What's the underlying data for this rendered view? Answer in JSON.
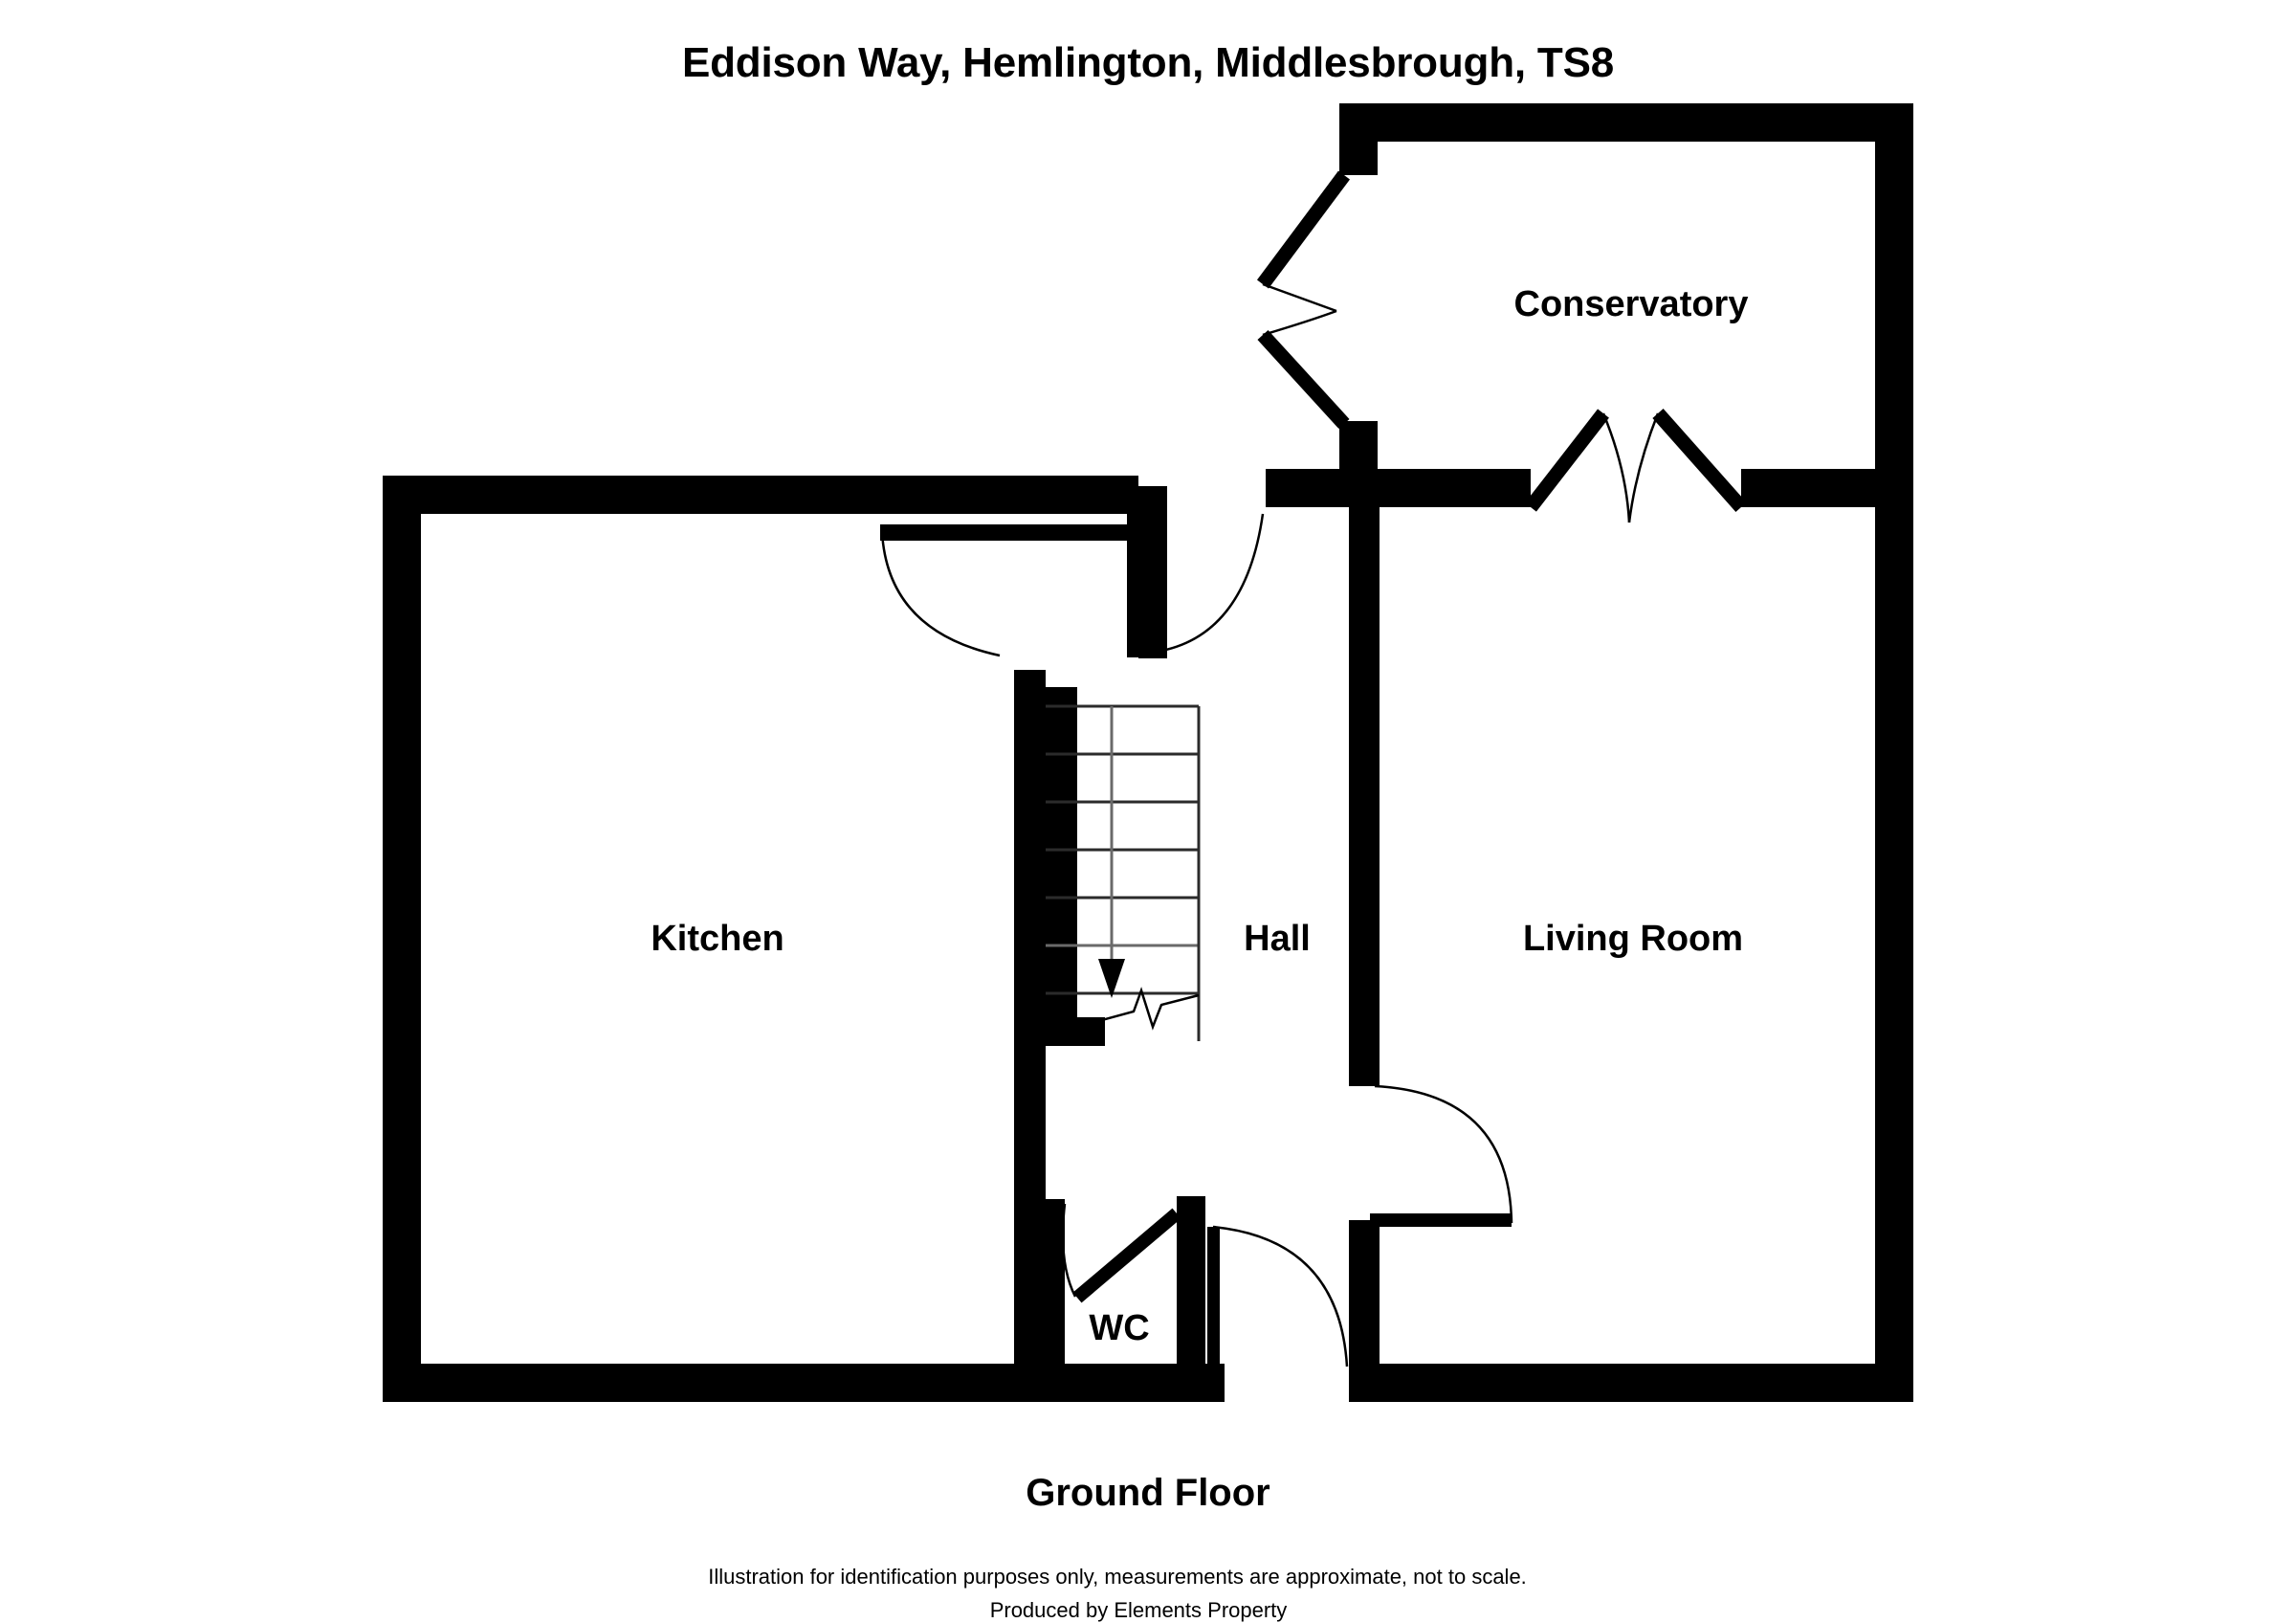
{
  "header": {
    "title": "Eddison Way, Hemlington, Middlesbrough, TS8"
  },
  "footer": {
    "floor_label": "Ground Floor",
    "disclaimer": "Illustration for identification purposes only, measurements are approximate, not to scale.",
    "producer": "Produced by Elements Property"
  },
  "plan": {
    "rooms": [
      {
        "id": "kitchen",
        "label": "Kitchen"
      },
      {
        "id": "hall",
        "label": "Hall"
      },
      {
        "id": "living-room",
        "label": "Living Room"
      },
      {
        "id": "conservatory",
        "label": "Conservatory"
      },
      {
        "id": "wc",
        "label": "WC"
      }
    ],
    "features": [
      {
        "id": "staircase",
        "name": "staircase",
        "direction": "down",
        "treads": 7
      },
      {
        "id": "front-door",
        "name": "front-door",
        "swing": "right"
      },
      {
        "id": "wc-door",
        "name": "wc-door",
        "swing": "left"
      },
      {
        "id": "kitchen-door",
        "name": "kitchen-door",
        "swing": "left"
      },
      {
        "id": "hall-upper-door",
        "name": "hall-upper-door",
        "swing": "right"
      },
      {
        "id": "living-room-door",
        "name": "living-room-door",
        "swing": "right"
      },
      {
        "id": "conservatory-french-doors-west",
        "name": "conservatory-french-doors-west",
        "swing": "double-outward"
      },
      {
        "id": "conservatory-french-doors-south",
        "name": "conservatory-french-doors-south",
        "swing": "double-inward"
      }
    ]
  },
  "colors": {
    "wall": "#000000",
    "background": "#ffffff",
    "line": "#000000",
    "stair_line": "#333333"
  }
}
